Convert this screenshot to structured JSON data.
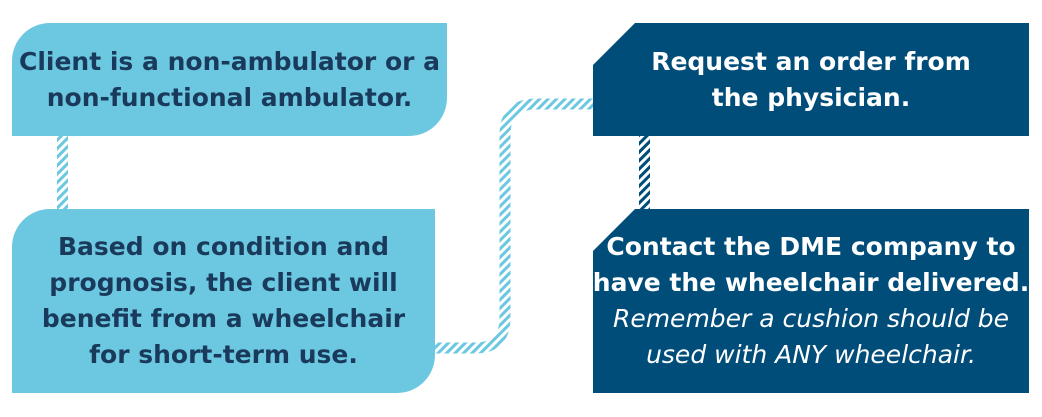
{
  "steps": [
    {
      "lines": [
        "Client is a non-ambulator or a",
        "non-functional ambulator."
      ]
    },
    {
      "lines": [
        "Based on condition and",
        "prognosis, the client will",
        "benefit from a wheelchair",
        "for short-term use."
      ]
    },
    {
      "lines": [
        "Request an order from",
        "the physician."
      ]
    },
    {
      "lines": [
        "Contact the DME company to",
        "have the wheelchair delivered."
      ],
      "note_lines": [
        "Remember a cushion should be",
        "used with ANY wheelchair."
      ]
    }
  ],
  "colors": {
    "light_box": "#6cc8e0",
    "light_text": "#1a3a5c",
    "dark_box": "#004d7a",
    "dark_text": "#ffffff",
    "light_connector": "#6cc8e0",
    "dark_connector": "#004d7a"
  }
}
